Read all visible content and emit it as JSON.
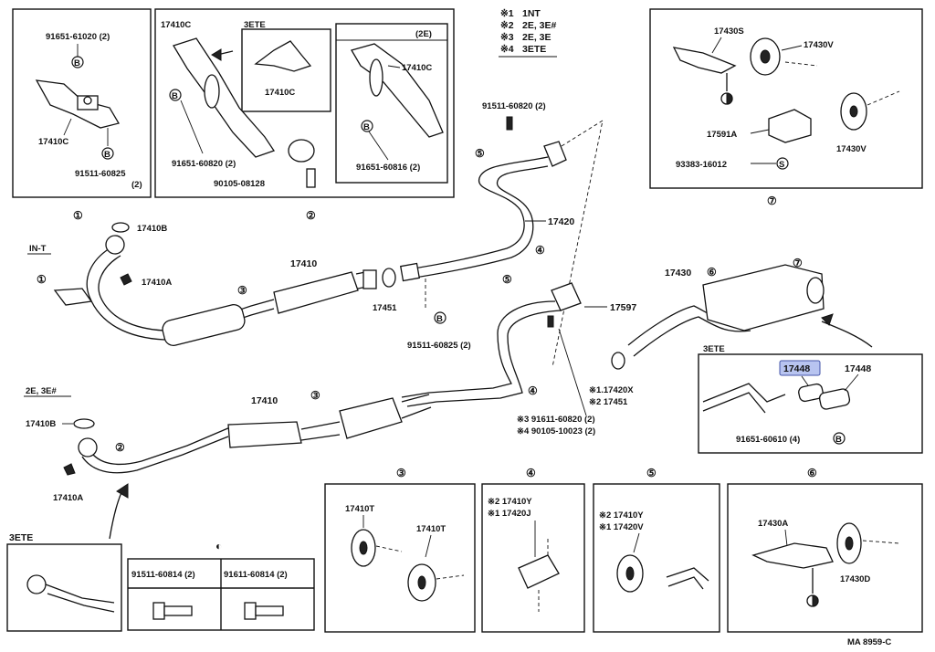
{
  "legend": [
    {
      "mark": "※1",
      "text": "1NT"
    },
    {
      "mark": "※2",
      "text": "2E, 3E#"
    },
    {
      "mark": "※3",
      "text": "2E, 3E"
    },
    {
      "mark": "※4",
      "text": "3ETE"
    }
  ],
  "box1": {
    "num": "①",
    "part_a": "91651-61020 (2)",
    "part_b": "17410C",
    "part_c": "91511-60825",
    "part_c_qty": "(2)",
    "mark_b": "B"
  },
  "box2": {
    "num": "②",
    "sub_title": "3ETE",
    "sub_title2": "(2E)",
    "part_a": "17410C",
    "part_b": "17410C",
    "part_c": "17410C",
    "part_d": "91651-60820 (2)",
    "part_e": "91651-60816 (2)",
    "part_f": "90105-08128",
    "mark_b": "B"
  },
  "box7": {
    "num": "⑦",
    "part_a": "17430S",
    "part_b": "17430V",
    "part_c": "17430V",
    "part_d": "17591A",
    "part_e": "93383-16012",
    "mark_s": "S"
  },
  "main": {
    "in_t": "IN-T",
    "e2": "2E, 3E#",
    "ete": "3ETE",
    "p17410B_1": "17410B",
    "p17410A_1": "17410A",
    "p17410_1": "17410",
    "p17451": "17451",
    "p91511_60825": "91511-60825 (2)",
    "p91511_60820": "91511-60820 (2)",
    "p17420": "17420",
    "p17597": "17597",
    "p17420X": "※1.17420X",
    "p17451b": "※2 17451",
    "p91611": "※3  91611-60820 (2)",
    "p90105": "※4  90105-10023 (2)",
    "p17430": "17430",
    "p17410B_2": "17410B",
    "p17410A_2": "17410A",
    "p17410_2": "17410",
    "c1": "①",
    "c2": "②",
    "c3": "③",
    "c4": "④",
    "c5": "⑤",
    "c6": "⑥",
    "c7": "⑦",
    "mark_b": "B"
  },
  "box6top": {
    "title": "3ETE",
    "part_hl": "17448",
    "part_b": "17448",
    "part_c": "91651-60610 (4)",
    "mark_b": "B"
  },
  "bolts": {
    "sym": "◐",
    "col1": "91511-60814 (2)",
    "col2": "91611-60814 (2)"
  },
  "box3": {
    "num": "③",
    "part_a": "17410T",
    "part_b": "17410T"
  },
  "box4": {
    "num": "④",
    "line1": "※2 17410Y",
    "line2": "※1  17420J"
  },
  "box5": {
    "num": "⑤",
    "line1": "※2 17410Y",
    "line2": "※1  17420V"
  },
  "box6": {
    "num": "⑥",
    "part_a": "17430A",
    "part_b": "17430D"
  },
  "footer": "MA 8959-C"
}
